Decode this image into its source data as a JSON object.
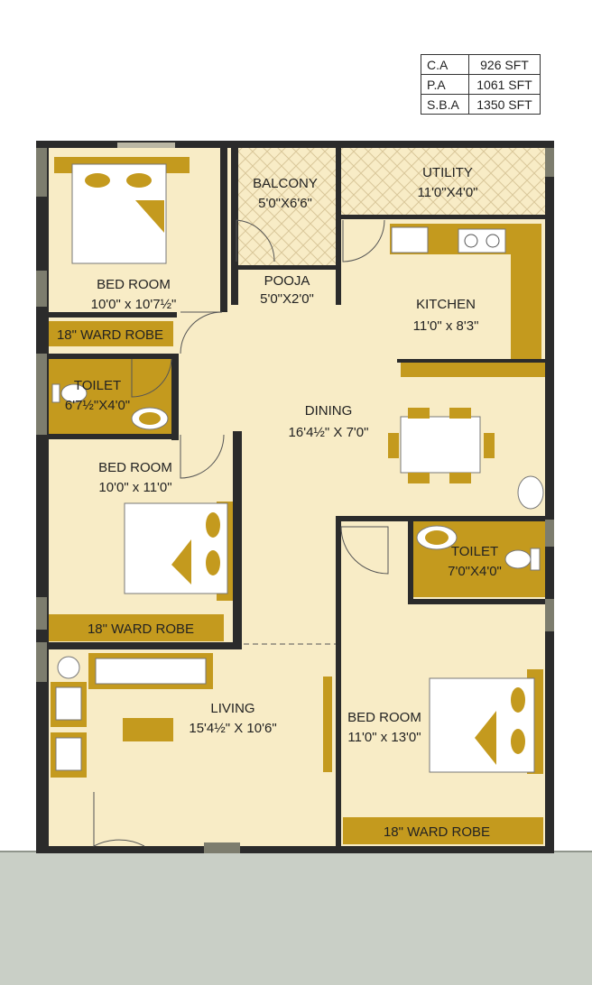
{
  "area_table": [
    {
      "label": "C.A",
      "value": "926 SFT"
    },
    {
      "label": "P.A",
      "value": "1061 SFT"
    },
    {
      "label": "S.B.A",
      "value": "1350 SFT"
    }
  ],
  "rooms": {
    "bedroom1": {
      "name": "BED ROOM",
      "size": "10'0\" x 10'7½\""
    },
    "wardrobe1": {
      "name": "18\" WARD ROBE"
    },
    "toilet1": {
      "name": "TOILET",
      "size": "6'7½\"X4'0\""
    },
    "bedroom2": {
      "name": "BED ROOM",
      "size": "10'0\" x 11'0\""
    },
    "wardrobe2": {
      "name": "18\" WARD ROBE"
    },
    "balcony": {
      "name": "BALCONY",
      "size": "5'0\"X6'6\""
    },
    "pooja": {
      "name": "POOJA",
      "size": "5'0\"X2'0\""
    },
    "utility": {
      "name": "UTILITY",
      "size": "11'0\"X4'0\""
    },
    "kitchen": {
      "name": "KITCHEN",
      "size": "11'0\" x 8'3\""
    },
    "dining": {
      "name": "DINING",
      "size": "16'4½\" X 7'0\""
    },
    "toilet2": {
      "name": "TOILET",
      "size": "7'0\"X4'0\""
    },
    "living": {
      "name": "LIVING",
      "size": "15'4½\" X 10'6\""
    },
    "bedroom3": {
      "name": "BED ROOM",
      "size": "11'0\" x 13'0\""
    },
    "wardrobe3": {
      "name": "18\" WARD ROBE"
    }
  },
  "colors": {
    "floor": "#f8ecc6",
    "wall": "#2b2b2b",
    "accent": "#c49a1e",
    "ground": "#c9cfc6",
    "window": "#7d7d6e"
  }
}
